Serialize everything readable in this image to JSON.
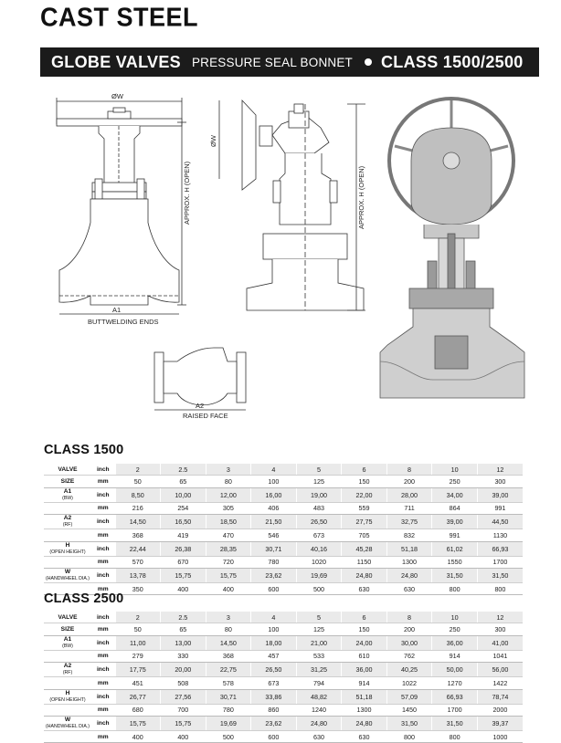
{
  "header": {
    "title": "CAST STEEL",
    "banner_product": "GLOBE VALVES",
    "banner_subtitle": "PRESSURE SEAL BONNET",
    "banner_class": "CLASS 1500/2500"
  },
  "drawings": {
    "front_width_label": "ØW",
    "front_height_label": "APPROX. H (OPEN)",
    "front_a1_label": "A1",
    "front_buttwelding_label": "BUTTWELDING ENDS",
    "side_width_label": "ØW",
    "side_height_label": "APPROX. H (OPEN)",
    "raised_a2_label": "A2",
    "raised_face_label": "RAISED FACE"
  },
  "tables": [
    {
      "title": "CLASS 1500",
      "rows": [
        {
          "label": "VALVE",
          "sub": "",
          "unit": "inch",
          "values": [
            "2",
            "2.5",
            "3",
            "4",
            "5",
            "6",
            "8",
            "10",
            "12"
          ]
        },
        {
          "label": "SIZE",
          "sub": "",
          "unit": "mm",
          "values": [
            "50",
            "65",
            "80",
            "100",
            "125",
            "150",
            "200",
            "250",
            "300"
          ]
        },
        {
          "label": "A1",
          "sub": "(BW)",
          "unit": "inch",
          "values": [
            "8,50",
            "10,00",
            "12,00",
            "16,00",
            "19,00",
            "22,00",
            "28,00",
            "34,00",
            "39,00"
          ]
        },
        {
          "label": "",
          "sub": "",
          "unit": "mm",
          "values": [
            "216",
            "254",
            "305",
            "406",
            "483",
            "559",
            "711",
            "864",
            "991"
          ]
        },
        {
          "label": "A2",
          "sub": "(RF)",
          "unit": "inch",
          "values": [
            "14,50",
            "16,50",
            "18,50",
            "21,50",
            "26,50",
            "27,75",
            "32,75",
            "39,00",
            "44,50"
          ]
        },
        {
          "label": "",
          "sub": "",
          "unit": "mm",
          "values": [
            "368",
            "419",
            "470",
            "546",
            "673",
            "705",
            "832",
            "991",
            "1130"
          ]
        },
        {
          "label": "H",
          "sub": "(OPEN HEIGHT)",
          "unit": "inch",
          "values": [
            "22,44",
            "26,38",
            "28,35",
            "30,71",
            "40,16",
            "45,28",
            "51,18",
            "61,02",
            "66,93"
          ]
        },
        {
          "label": "",
          "sub": "",
          "unit": "mm",
          "values": [
            "570",
            "670",
            "720",
            "780",
            "1020",
            "1150",
            "1300",
            "1550",
            "1700"
          ]
        },
        {
          "label": "W",
          "sub": "(HANDWHEEL DIA.)",
          "unit": "inch",
          "values": [
            "13,78",
            "15,75",
            "15,75",
            "23,62",
            "19,69",
            "24,80",
            "24,80",
            "31,50",
            "31,50"
          ]
        },
        {
          "label": "",
          "sub": "",
          "unit": "mm",
          "values": [
            "350",
            "400",
            "400",
            "600",
            "500",
            "630",
            "630",
            "800",
            "800"
          ]
        }
      ]
    },
    {
      "title": "CLASS 2500",
      "rows": [
        {
          "label": "VALVE",
          "sub": "",
          "unit": "inch",
          "values": [
            "2",
            "2.5",
            "3",
            "4",
            "5",
            "6",
            "8",
            "10",
            "12"
          ]
        },
        {
          "label": "SIZE",
          "sub": "",
          "unit": "mm",
          "values": [
            "50",
            "65",
            "80",
            "100",
            "125",
            "150",
            "200",
            "250",
            "300"
          ]
        },
        {
          "label": "A1",
          "sub": "(BW)",
          "unit": "inch",
          "values": [
            "11,00",
            "13,00",
            "14,50",
            "18,00",
            "21,00",
            "24,00",
            "30,00",
            "36,00",
            "41,00"
          ]
        },
        {
          "label": "",
          "sub": "",
          "unit": "mm",
          "values": [
            "279",
            "330",
            "368",
            "457",
            "533",
            "610",
            "762",
            "914",
            "1041"
          ]
        },
        {
          "label": "A2",
          "sub": "(RF)",
          "unit": "inch",
          "values": [
            "17,75",
            "20,00",
            "22,75",
            "26,50",
            "31,25",
            "36,00",
            "40,25",
            "50,00",
            "56,00"
          ]
        },
        {
          "label": "",
          "sub": "",
          "unit": "mm",
          "values": [
            "451",
            "508",
            "578",
            "673",
            "794",
            "914",
            "1022",
            "1270",
            "1422"
          ]
        },
        {
          "label": "H",
          "sub": "(OPEN HEIGHT)",
          "unit": "inch",
          "values": [
            "26,77",
            "27,56",
            "30,71",
            "33,86",
            "48,82",
            "51,18",
            "57,09",
            "66,93",
            "78,74"
          ]
        },
        {
          "label": "",
          "sub": "",
          "unit": "mm",
          "values": [
            "680",
            "700",
            "780",
            "860",
            "1240",
            "1300",
            "1450",
            "1700",
            "2000"
          ]
        },
        {
          "label": "W",
          "sub": "(HANDWHEEL DIA.)",
          "unit": "inch",
          "values": [
            "15,75",
            "15,75",
            "19,69",
            "23,62",
            "24,80",
            "24,80",
            "31,50",
            "31,50",
            "39,37"
          ]
        },
        {
          "label": "",
          "sub": "",
          "unit": "mm",
          "values": [
            "400",
            "400",
            "500",
            "600",
            "630",
            "630",
            "800",
            "800",
            "1000"
          ]
        }
      ]
    }
  ]
}
